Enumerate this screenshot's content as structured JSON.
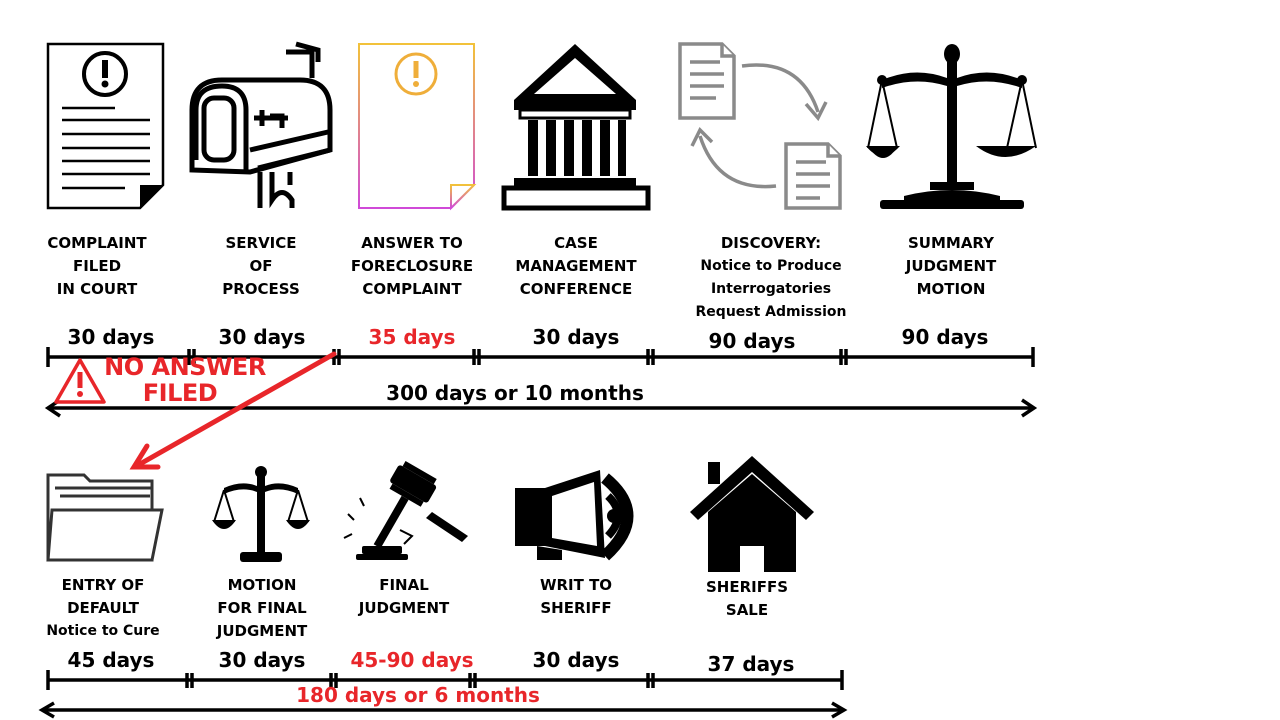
{
  "row1": {
    "steps": [
      {
        "lines": [
          "COMPLAINT",
          "FILED",
          "IN COURT"
        ],
        "days": "30 days",
        "icon": "document-alert-icon"
      },
      {
        "lines": [
          "SERVICE",
          "OF",
          "PROCESS"
        ],
        "days": "30 days",
        "icon": "mailbox-icon"
      },
      {
        "lines": [
          "ANSWER TO",
          "FORECLOSURE",
          "COMPLAINT"
        ],
        "days": "35 days",
        "icon": "document-alert-gradient-icon"
      },
      {
        "lines": [
          "CASE",
          "MANAGEMENT",
          "CONFERENCE"
        ],
        "days": "30 days",
        "icon": "courthouse-icon"
      },
      {
        "lines": [
          "DISCOVERY:",
          "Notice to Produce",
          "Interrogatories",
          "Request Admission"
        ],
        "days": "90 days",
        "icon": "document-exchange-icon"
      },
      {
        "lines": [
          "SUMMARY",
          "JUDGMENT",
          "MOTION"
        ],
        "days": "90 days",
        "icon": "scales-icon"
      }
    ],
    "total": "300 days or 10 months"
  },
  "warning": {
    "line1": "NO ANSWER",
    "line2": "FILED"
  },
  "row2": {
    "steps": [
      {
        "lines": [
          "ENTRY OF",
          "DEFAULT",
          "Notice to Cure"
        ],
        "days": "45 days",
        "icon": "folder-icon"
      },
      {
        "lines": [
          "MOTION",
          "FOR FINAL",
          "JUDGMENT"
        ],
        "days": "30 days",
        "icon": "scales-icon"
      },
      {
        "lines": [
          "FINAL",
          "JUDGMENT"
        ],
        "days": "45-90 days",
        "icon": "gavel-icon"
      },
      {
        "lines": [
          "WRIT TO",
          "SHERIFF"
        ],
        "days": "30 days",
        "icon": "megaphone-icon"
      },
      {
        "lines": [
          "SHERIFFS",
          "SALE"
        ],
        "days": "37 days",
        "icon": "house-icon"
      }
    ],
    "total": "180 days or 6 months"
  },
  "colors": {
    "accent_red": "#e8262a",
    "icon_gray": "#8a8a8a",
    "line": "#000000"
  }
}
